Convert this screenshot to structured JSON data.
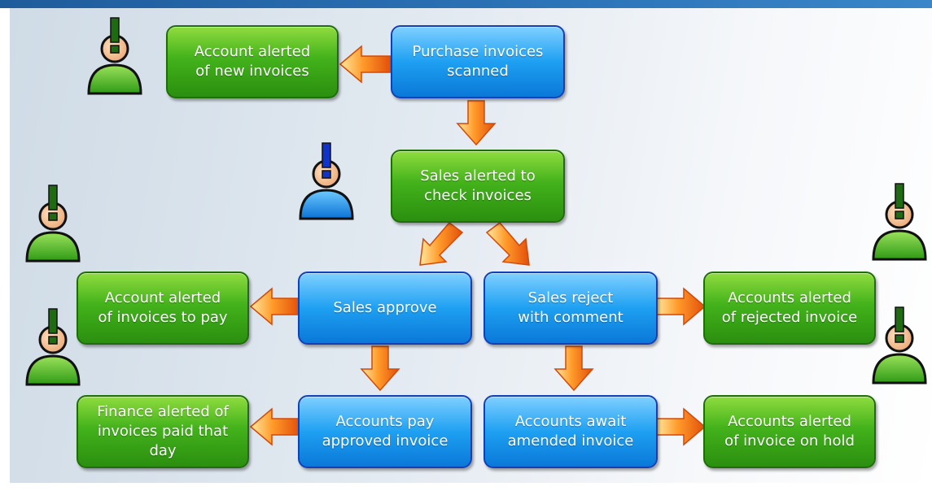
{
  "colors": {
    "action_box": "#1ea0f2",
    "alert_box": "#43b21b",
    "arrow": "#f26a0c",
    "alert_mark_green": "#1e6b12",
    "alert_mark_blue": "#1033c8"
  },
  "boxes": {
    "purchase_scanned": "Purchase invoices\nscanned",
    "account_new": "Account alerted\nof new invoices",
    "sales_check": "Sales alerted to\ncheck invoices",
    "sales_approve": "Sales approve",
    "sales_reject": "Sales reject\nwith comment",
    "account_pay": "Account alerted\nof invoices to pay",
    "accounts_rejected": "Accounts alerted\nof rejected invoice",
    "finance_paid": "Finance alerted of\ninvoices paid that day",
    "accounts_pay_approved": "Accounts pay\napproved invoice",
    "accounts_await": "Accounts await\namended invoice",
    "accounts_hold": "Accounts alerted\nof invoice on hold"
  },
  "icons": {
    "person_alert": "person-alert-icon",
    "arrow": "arrow-icon"
  }
}
